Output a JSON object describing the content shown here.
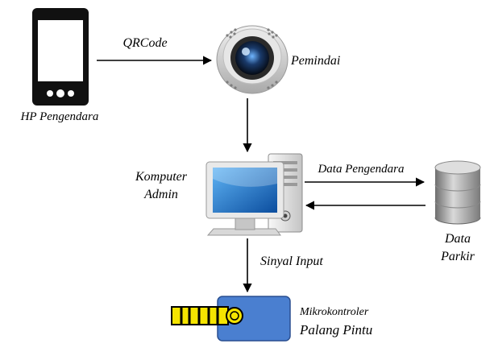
{
  "nodes": {
    "phone": {
      "label": "HP Pengendara"
    },
    "scanner": {
      "label": "Pemindai"
    },
    "computer": {
      "label_line1": "Komputer",
      "label_line2": "Admin"
    },
    "database": {
      "label_line1": "Data",
      "label_line2": "Parkir"
    },
    "microcontroller": {
      "label_line1": "Mikrokontroler",
      "label_line2": "Palang Pintu"
    }
  },
  "edges": {
    "phone_to_scanner": "QRCode",
    "computer_to_database": "Data Pengendara",
    "database_to_computer": "",
    "scanner_to_computer": "",
    "computer_to_microcontroller": "Sinyal Input"
  },
  "colors": {
    "phone_body": "#111111",
    "screen_blue": "#1a78c8",
    "database_gray": "#8c8c8c",
    "controller_blue": "#4a7fd0",
    "gate_yellow": "#f5e400"
  }
}
